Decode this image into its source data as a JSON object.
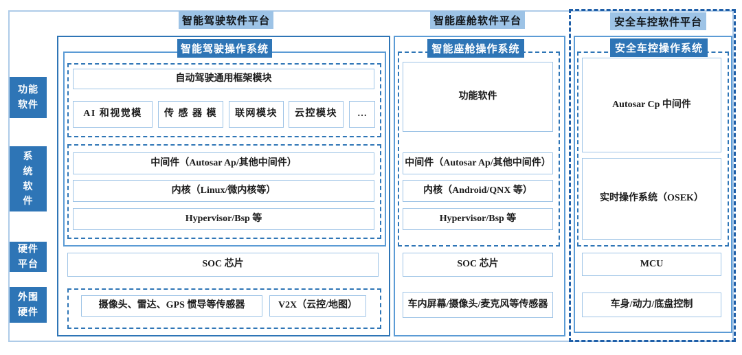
{
  "palette": {
    "light_blue": "#9dc3e6",
    "mid_blue": "#2e75b6",
    "frame_border": "#aecbe8",
    "box_border": "#9dc3e6",
    "dark_dashed": "#1f5fa8"
  },
  "sidebar": {
    "items": [
      {
        "label": "功能\n软件"
      },
      {
        "label": "系\n统\n软\n件"
      },
      {
        "label": "硬件\n平台"
      },
      {
        "label": "外围\n硬件"
      }
    ]
  },
  "col1": {
    "platform": "智能驾驶软件平台",
    "os": "智能驾驶操作系统",
    "framework": "自动驾驶通用框架模块",
    "modules": [
      "AI 和视觉模",
      "传 感 器 模",
      "联网模块",
      "云控模块",
      "…"
    ],
    "middleware": "中间件（Autosar Ap/其他中间件）",
    "kernel": "内核（Linux/微内核等）",
    "hypervisor": "Hypervisor/Bsp 等",
    "soc": "SOC 芯片",
    "sensors": "摄像头、雷达、GPS 惯导等传感器",
    "v2x": "V2X（云控/地图）"
  },
  "col2": {
    "platform": "智能座舱软件平台",
    "os": "智能座舱操作系统",
    "functional": "功能软件",
    "middleware": "中间件（Autosar Ap/其他中间件）",
    "kernel": "内核（Android/QNX 等）",
    "hypervisor": "Hypervisor/Bsp 等",
    "soc": "SOC 芯片",
    "sensors": "车内屏幕/摄像头/麦克风等传感器"
  },
  "col3": {
    "platform": "安全车控软件平台",
    "os": "安全车控操作系统",
    "middleware": "Autosar Cp 中间件",
    "rtos": "实时操作系统（OSEK）",
    "mcu": "MCU",
    "control": "车身/动力/底盘控制"
  }
}
